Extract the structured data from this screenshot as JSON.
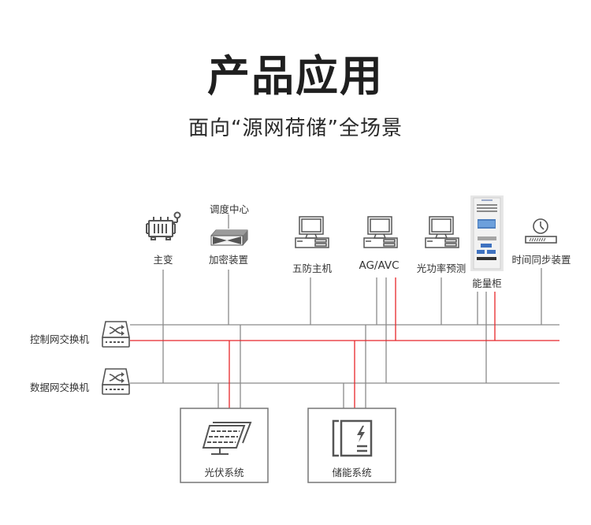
{
  "header": {
    "title": "产品应用",
    "subtitle": "面向“源网荷储”全场景"
  },
  "colors": {
    "line_gray": "#8a8a8a",
    "line_red": "#e8262a",
    "icon_gray": "#666666"
  },
  "devices": {
    "transformer": {
      "label": "主变",
      "icon": "transformer-icon"
    },
    "dispatch_center": {
      "label": "调度中心"
    },
    "encryption": {
      "label": "加密装置",
      "icon": "encryption-device-icon"
    },
    "anti_misoperation": {
      "label": "五防主机",
      "icon": "computer-icon"
    },
    "agc_avc": {
      "label": "AG/AVC",
      "icon": "computer-icon"
    },
    "pv_forecast": {
      "label": "光功率预测",
      "icon": "computer-icon"
    },
    "energy_cabinet": {
      "label": "能量柜",
      "icon": "cabinet-icon"
    },
    "time_sync": {
      "label": "时间同步装置",
      "icon": "clock-icon"
    }
  },
  "switches": {
    "control": {
      "label": "控制网交换机",
      "icon": "network-switch-icon"
    },
    "data": {
      "label": "数据网交换机",
      "icon": "network-switch-icon"
    }
  },
  "systems": {
    "pv": {
      "label": "光伏系统",
      "icon": "solar-panel-icon"
    },
    "storage": {
      "label": "储能系统",
      "icon": "battery-storage-icon"
    }
  }
}
